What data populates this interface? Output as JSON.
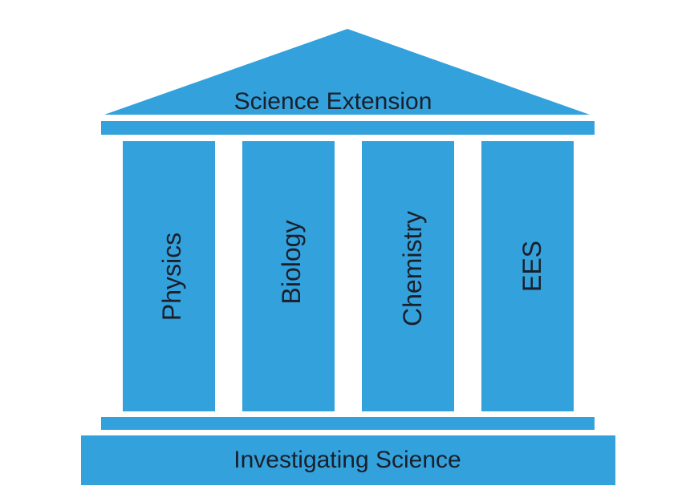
{
  "diagram": {
    "roof": {
      "label": "Science Extension"
    },
    "pillars": [
      {
        "label": "Physics"
      },
      {
        "label": "Biology"
      },
      {
        "label": "Chemistry"
      },
      {
        "label": "EES"
      }
    ],
    "base": {
      "label": "Investigating Science"
    }
  },
  "colors": {
    "fill": "#33a1dc",
    "text": "#1a1f2b",
    "background": "#ffffff"
  }
}
